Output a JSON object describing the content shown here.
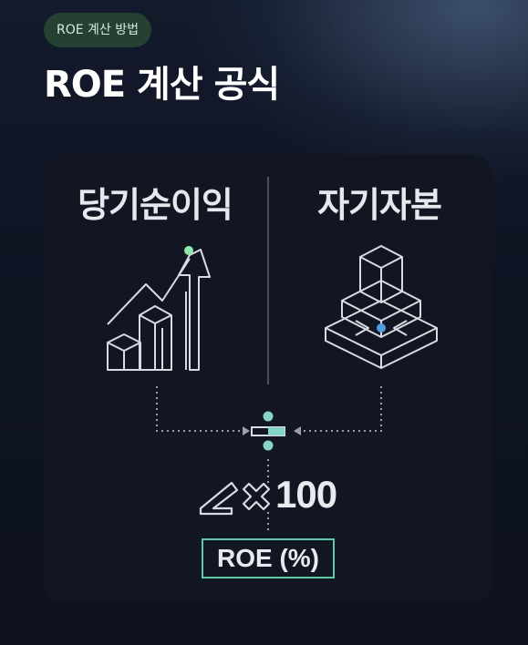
{
  "header": {
    "category_pill": "ROE 계산 방법",
    "title": "ROE 계산 공식"
  },
  "diagram": {
    "numerator_label": "당기순이익",
    "denominator_label": "자기자본",
    "multiplier_text": "100",
    "result_label": "ROE (%)",
    "icons": {
      "numerator": "growth-chart-icon",
      "denominator": "stacked-blocks-icon",
      "divide": "divide-icon",
      "multiply": "multiply-icon",
      "angle": "angle-icon"
    },
    "colors": {
      "pill_bg": "#244134",
      "accent_green": "#8ee8a8",
      "accent_teal": "#86d4c8",
      "accent_blue": "#4d9fe0",
      "result_border": "#5ec9a4",
      "card_bg": "#121622"
    }
  }
}
